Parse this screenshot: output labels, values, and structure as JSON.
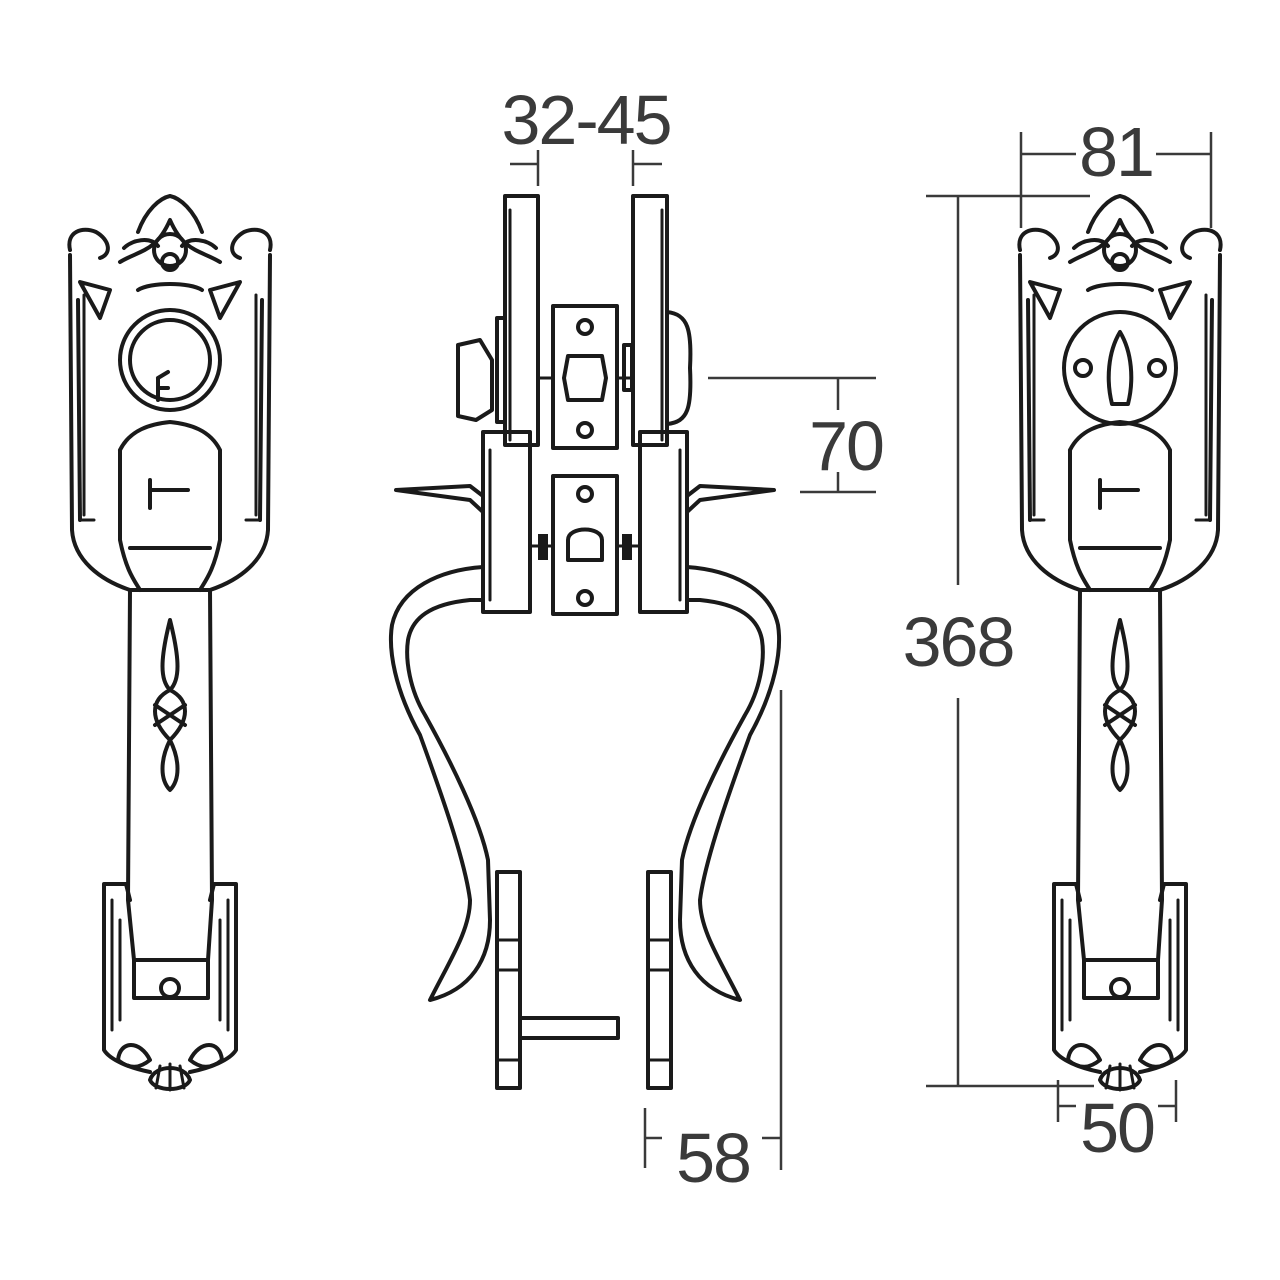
{
  "dimensions": {
    "door_thickness": "32-45",
    "backset_height": "70",
    "total_height": "368",
    "plate_width_top": "81",
    "plate_width_bottom": "50",
    "handle_projection": "58"
  },
  "colors": {
    "line": "#1a1a1a",
    "dimension": "#3a3a3a",
    "background": "#ffffff"
  }
}
